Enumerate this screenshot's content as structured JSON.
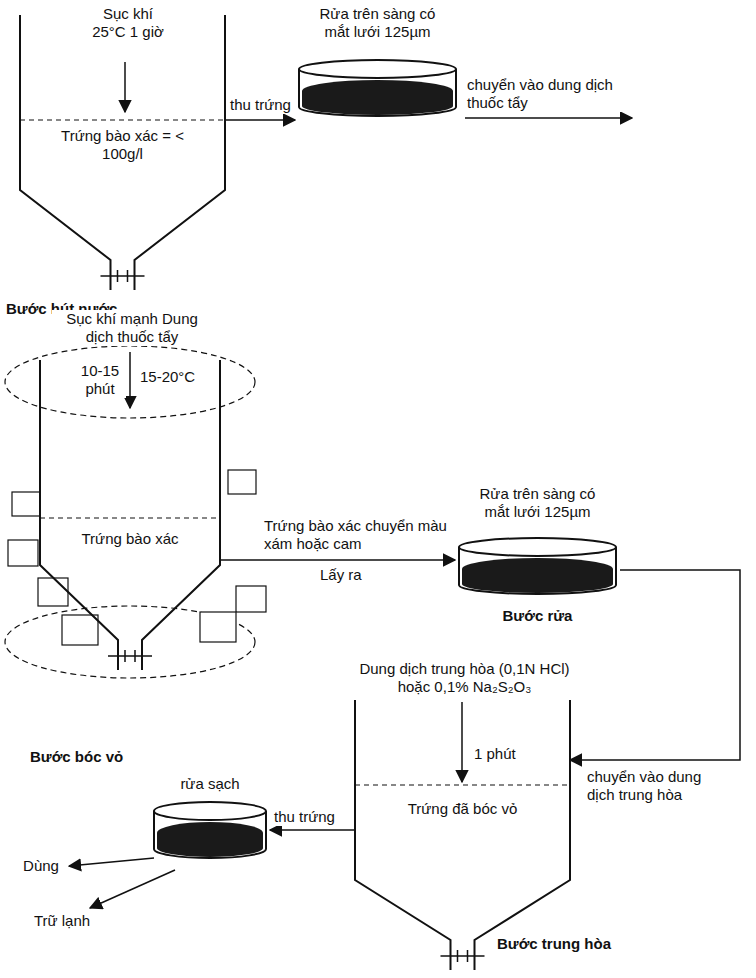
{
  "diagram": {
    "nodes": [
      {
        "text": [
          "Trứng bào xác = < 100g/l"
        ]
      },
      {
        "text": [
          "Rửa trên sàng có mắt lưới 125µm"
        ]
      },
      {
        "text": [
          "Trứng bào xác"
        ]
      },
      {
        "text": [
          "Rửa trên sàng có mắt lưới 125µm",
          "Bước rửa"
        ]
      },
      {
        "text": [
          "Trứng đã bóc vỏ"
        ]
      },
      {
        "text": [
          "rửa sạch"
        ]
      },
      {
        "text": [
          "Dùng"
        ]
      },
      {
        "text": [
          "Trữ lạnh"
        ]
      }
    ],
    "edges": [
      {
        "from": 0,
        "to": 1,
        "arrow": "to",
        "label": "thu trứng"
      },
      {
        "from": 2,
        "to": 3,
        "arrow": "to",
        "label": "Trứng bào xác chuyển màu xám hoặc cam"
      },
      {
        "from": 3,
        "to": 4,
        "arrow": "to",
        "label": "chuyển vào dung dịch trung hòa"
      },
      {
        "from": 4,
        "to": 5,
        "arrow": "to",
        "label": "thu trứng"
      },
      {
        "from": 5,
        "to": 6,
        "arrow": "to"
      },
      {
        "from": 5,
        "to": 7,
        "arrow": "to"
      }
    ],
    "labels": [
      "Sục khí 25°C 1 giờ",
      "chuyển vào dung dịch thuốc tẩy",
      "Bước hút nước",
      "Sục khí mạnh Dung dịch thuốc tẩy",
      "10-15 phút",
      "15-20°C",
      "Lấy ra",
      "Dung dịch trung hòa (0,1N HCl) hoặc 0,1% Na₂S₂O₃",
      "1 phút",
      "Bước trung hòa",
      "Bước bóc vỏ"
    ]
  }
}
